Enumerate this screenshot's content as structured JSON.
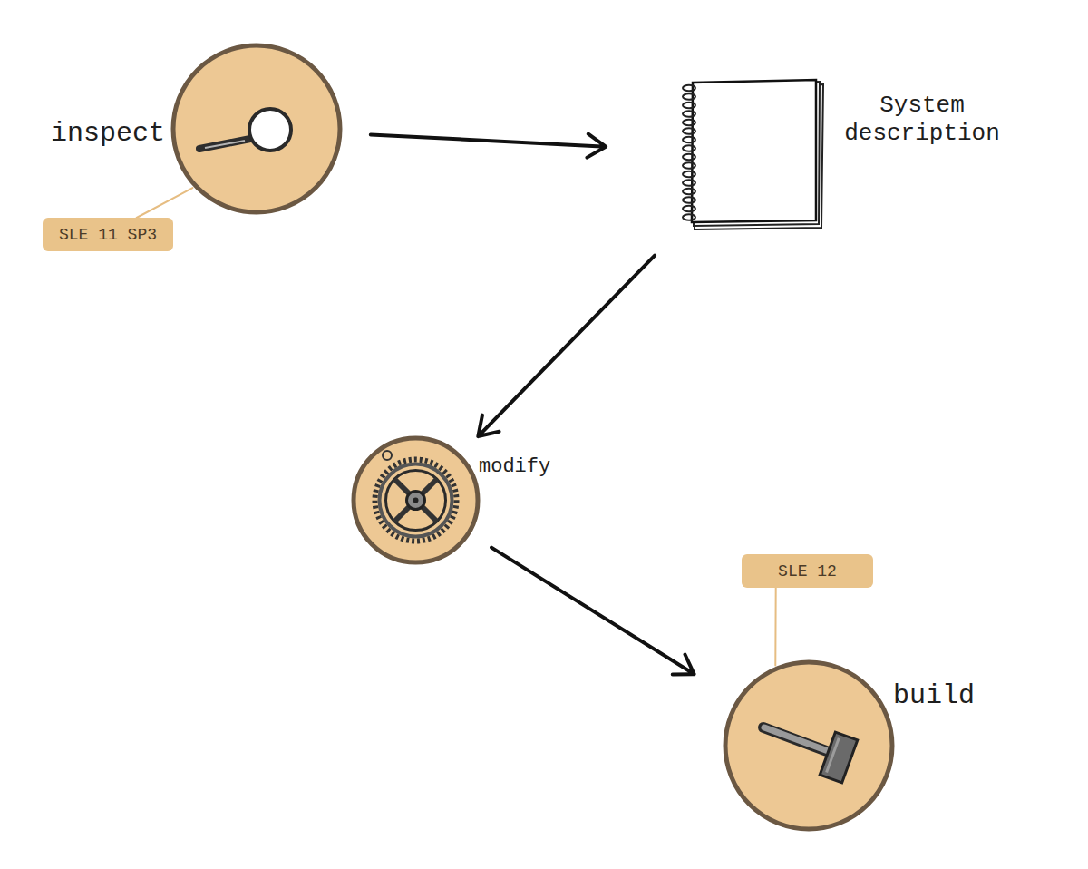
{
  "diagram": {
    "nodes": [
      {
        "text": [
          "inspect"
        ]
      },
      {
        "text": [
          "SLE 11 SP3"
        ]
      },
      {
        "text": [
          "System description"
        ]
      },
      {
        "text": [
          "modify"
        ]
      },
      {
        "text": [
          "SLE 12"
        ]
      },
      {
        "text": [
          "build"
        ]
      }
    ],
    "edges": [
      {
        "from": 0,
        "to": 2,
        "arrow": "to"
      },
      {
        "from": 2,
        "to": 3,
        "arrow": "to"
      },
      {
        "from": 3,
        "to": 5,
        "arrow": "to"
      },
      {
        "from": 1,
        "to": 0,
        "arrow": "none"
      },
      {
        "from": 4,
        "to": 5,
        "arrow": "none"
      }
    ]
  }
}
